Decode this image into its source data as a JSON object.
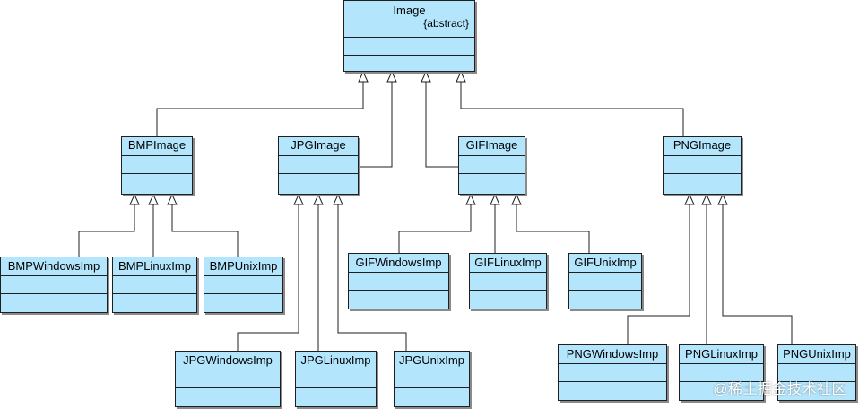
{
  "classes": {
    "image": {
      "name": "Image",
      "stereotype": "{abstract}"
    },
    "bmp_image": {
      "name": "BMPImage"
    },
    "jpg_image": {
      "name": "JPGImage"
    },
    "gif_image": {
      "name": "GIFImage"
    },
    "png_image": {
      "name": "PNGImage"
    },
    "bmp_windows": {
      "name": "BMPWindowsImp"
    },
    "bmp_linux": {
      "name": "BMPLinuxImp"
    },
    "bmp_unix": {
      "name": "BMPUnixImp"
    },
    "jpg_windows": {
      "name": "JPGWindowsImp"
    },
    "jpg_linux": {
      "name": "JPGLinuxImp"
    },
    "jpg_unix": {
      "name": "JPGUnixImp"
    },
    "gif_windows": {
      "name": "GIFWindowsImp"
    },
    "gif_linux": {
      "name": "GIFLinuxImp"
    },
    "gif_unix": {
      "name": "GIFUnixImp"
    },
    "png_windows": {
      "name": "PNGWindowsImp"
    },
    "png_linux": {
      "name": "PNGLinuxImp"
    },
    "png_unix": {
      "name": "PNGUnixImp"
    }
  },
  "relations": [
    {
      "child": "bmp_image",
      "parent": "image",
      "type": "generalization"
    },
    {
      "child": "jpg_image",
      "parent": "image",
      "type": "generalization"
    },
    {
      "child": "gif_image",
      "parent": "image",
      "type": "generalization"
    },
    {
      "child": "png_image",
      "parent": "image",
      "type": "generalization"
    },
    {
      "child": "bmp_windows",
      "parent": "bmp_image",
      "type": "generalization"
    },
    {
      "child": "bmp_linux",
      "parent": "bmp_image",
      "type": "generalization"
    },
    {
      "child": "bmp_unix",
      "parent": "bmp_image",
      "type": "generalization"
    },
    {
      "child": "jpg_windows",
      "parent": "jpg_image",
      "type": "generalization"
    },
    {
      "child": "jpg_linux",
      "parent": "jpg_image",
      "type": "generalization"
    },
    {
      "child": "jpg_unix",
      "parent": "jpg_image",
      "type": "generalization"
    },
    {
      "child": "gif_windows",
      "parent": "gif_image",
      "type": "generalization"
    },
    {
      "child": "gif_linux",
      "parent": "gif_image",
      "type": "generalization"
    },
    {
      "child": "gif_unix",
      "parent": "gif_image",
      "type": "generalization"
    },
    {
      "child": "png_windows",
      "parent": "png_image",
      "type": "generalization"
    },
    {
      "child": "png_linux",
      "parent": "png_image",
      "type": "generalization"
    },
    {
      "child": "png_unix",
      "parent": "png_image",
      "type": "generalization"
    }
  ],
  "colors": {
    "class_fill": "#b3e5fc",
    "line": "#1f1f1f"
  },
  "watermark": "@稀土掘金技术社区"
}
